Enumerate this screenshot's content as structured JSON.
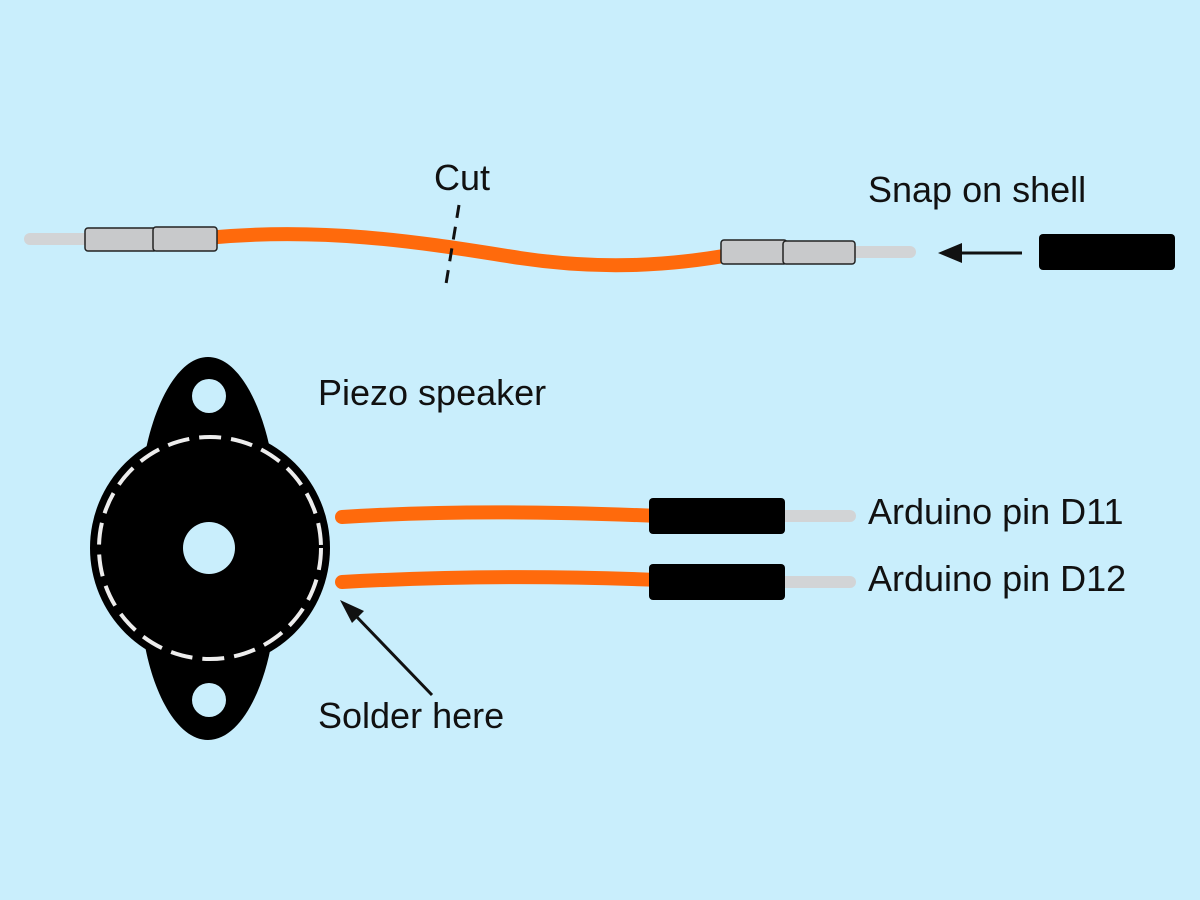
{
  "labels": {
    "cut": "Cut",
    "snap_on_shell": "Snap on shell",
    "piezo_speaker": "Piezo speaker",
    "pin_d11": "Arduino pin D11",
    "pin_d12": "Arduino pin D12",
    "solder_here": "Solder here"
  },
  "colors": {
    "background": "#C9EEFC",
    "wire": "#FF6A0C",
    "metal_pin": "#D2D4D6",
    "crimp_sleeve": "#C8C9CB",
    "housing": "#000000",
    "outline": "#222222",
    "text": "#111111"
  }
}
